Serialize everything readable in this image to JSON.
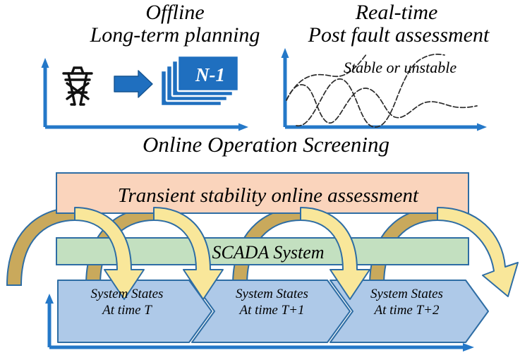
{
  "diagram": {
    "title": "Online Operation Screening",
    "panels": {
      "offline": {
        "heading": "Offline",
        "subheading": "Long-term planning",
        "tower_icon": "transmission-tower-icon",
        "arrow_icon": "right-arrow-icon",
        "card_label": "N-1",
        "card_count": 4,
        "card_color": "#1f6fbf"
      },
      "realtime": {
        "heading": "Real-time",
        "subheading": "Post fault assessment",
        "annotation": "Stable or unstable",
        "curve_count": 3
      }
    },
    "flow": {
      "banner_top": "Transient stability online assessment",
      "banner_middle": "SCADA System",
      "states": [
        {
          "line1": "System States",
          "line2": "At time T"
        },
        {
          "line1": "System States",
          "line2": "At time T+1"
        },
        {
          "line1": "System States",
          "line2": "At time T+2"
        }
      ],
      "arc_count": 4
    },
    "colors": {
      "banner_top_fill": "#fad4bc",
      "banner_middle_fill": "#c3e0c0",
      "state_fill": "#aec9e8",
      "outline": "#2e6da4",
      "axis_blue": "#2478c8",
      "arc_dark": "#c9a95c",
      "arc_light": "#f9e79a",
      "card_blue": "#1f6fbf"
    }
  }
}
